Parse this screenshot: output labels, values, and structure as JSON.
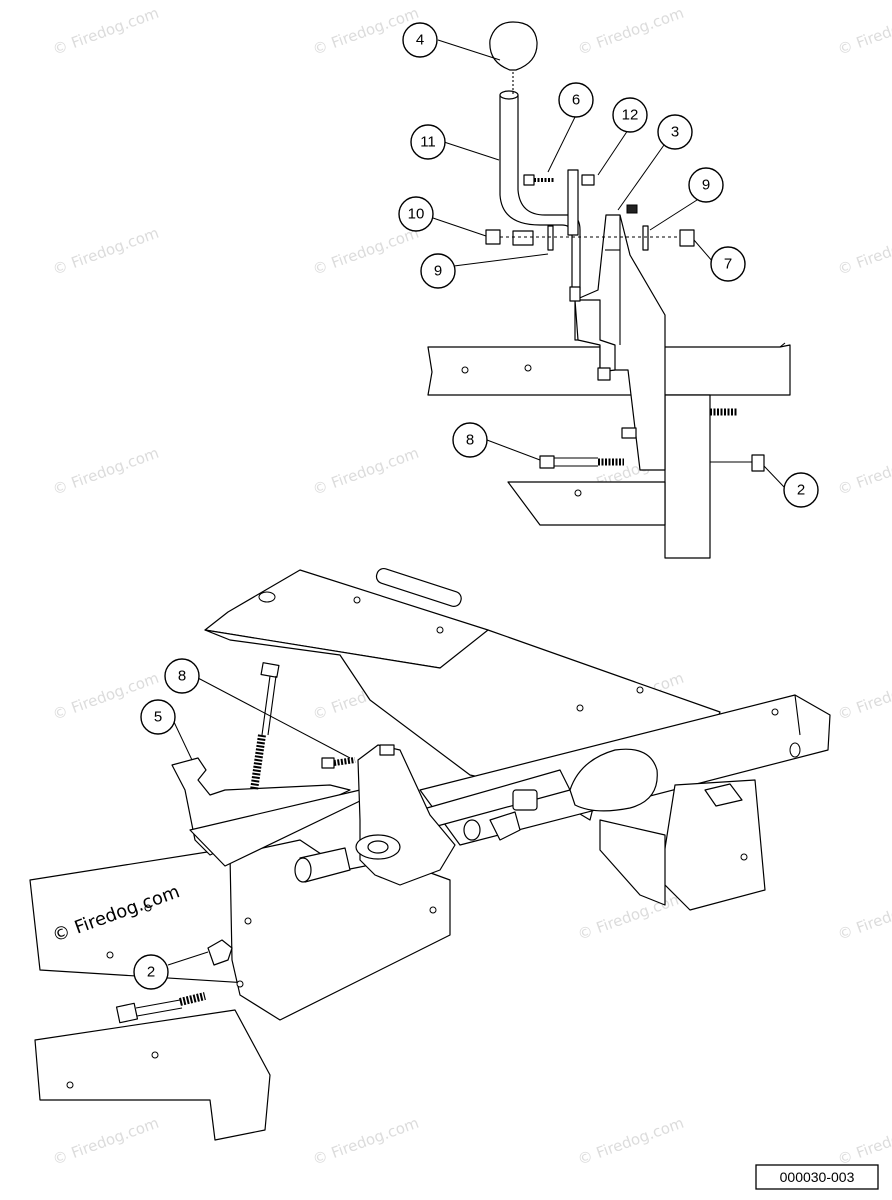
{
  "watermark": {
    "text": "© Firedog.com"
  },
  "logo": {
    "text": "© Firedog.com"
  },
  "drawing_code": "000030-003",
  "callouts_top": [
    {
      "id": "c4",
      "label": "4"
    },
    {
      "id": "c6",
      "label": "6"
    },
    {
      "id": "c12",
      "label": "12"
    },
    {
      "id": "c11",
      "label": "11"
    },
    {
      "id": "c3",
      "label": "3"
    },
    {
      "id": "c9a",
      "label": "9"
    },
    {
      "id": "c10",
      "label": "10"
    },
    {
      "id": "c9b",
      "label": "9"
    },
    {
      "id": "c7",
      "label": "7"
    },
    {
      "id": "c8a",
      "label": "8"
    },
    {
      "id": "c2a",
      "label": "2"
    }
  ],
  "callouts_bottom": [
    {
      "id": "c8b",
      "label": "8"
    },
    {
      "id": "c5",
      "label": "5"
    },
    {
      "id": "c2b",
      "label": "2"
    }
  ]
}
